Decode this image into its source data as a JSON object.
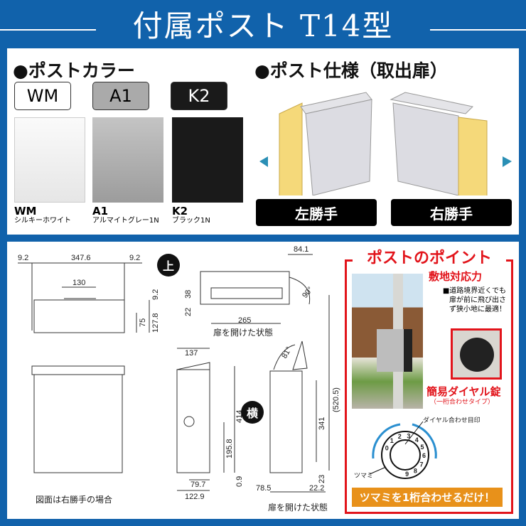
{
  "header": {
    "title": "付属ポスト T14型"
  },
  "colors_section": {
    "heading": "●ポストカラー",
    "items": [
      {
        "code": "WM",
        "name": "シルキーホワイト",
        "color": "#f2f2f2"
      },
      {
        "code": "A1",
        "name": "アルマイトグレー1N",
        "color": "#a9a9a9"
      },
      {
        "code": "K2",
        "name": "ブラック1N",
        "color": "#1c1c1c"
      }
    ]
  },
  "spec_section": {
    "heading": "●ポスト仕様（取出扉）",
    "left_label": "左勝手",
    "right_label": "右勝手"
  },
  "drawing": {
    "top_marker": "上",
    "side_marker": "横",
    "dims_top": [
      "9.2",
      "347.6",
      "9.2",
      "130",
      "9.2",
      "127.8",
      "75"
    ],
    "dims_open_top": [
      "84.1",
      "38",
      "22",
      "265",
      "90°"
    ],
    "open_state": "扉を開けた状態",
    "dims_side": [
      "137",
      "414",
      "195.8",
      "0.9",
      "79.7",
      "122.9"
    ],
    "dims_open_side": [
      "81°",
      "(520.5)",
      "341",
      "23",
      "78.5",
      "22.2"
    ],
    "open_state2": "扉を開けた状態",
    "caption": "図面は右勝手の場合"
  },
  "points": {
    "title": "ポストのポイント",
    "feature1_title": "敷地対応力",
    "feature1_lines": [
      "■道路境界近くでも",
      "扉が前に飛び出さ",
      "ず狭小地に最適！"
    ],
    "feature2_title": "簡易ダイヤル錠",
    "feature2_sub": "（一桁合わせタイプ）",
    "dial_mark_label": "ダイヤル合わせ目印",
    "knob_label": "ツマミ",
    "dial_digits": [
      "0",
      "1",
      "2",
      "3",
      "4",
      "5",
      "6",
      "7",
      "8",
      "9"
    ],
    "banner": "ツマミを1桁合わせるだけ！"
  }
}
